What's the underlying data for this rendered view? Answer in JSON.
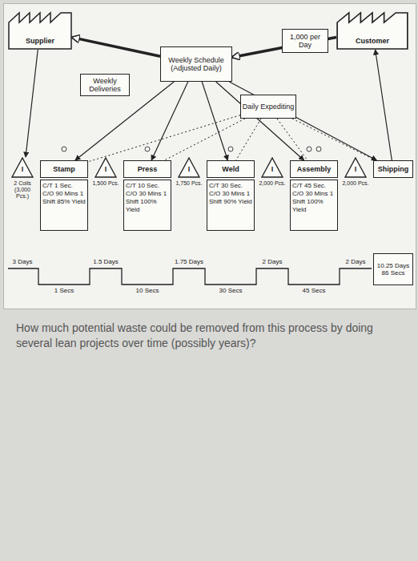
{
  "diagram": {
    "nodes": [
      {
        "text": [
          "Supplier"
        ]
      },
      {
        "text": [
          "Weekly Schedule (Adjusted Daily)"
        ]
      },
      {
        "text": [
          "Daily Expediting"
        ]
      },
      {
        "text": [
          "Customer"
        ]
      },
      {
        "text": [
          "1,000 per Day"
        ]
      },
      {
        "text": [
          "Weekly Deliveries"
        ]
      },
      {
        "text": [
          "Stamp"
        ]
      },
      {
        "text": [
          "Press"
        ]
      },
      {
        "text": [
          "Weld"
        ]
      },
      {
        "text": [
          "Assembly"
        ]
      },
      {
        "text": [
          "Shipping"
        ]
      },
      {
        "text": [
          "C/T 1 Sec. C/O 90 Mins 1 Shift 85% Yield"
        ]
      },
      {
        "text": [
          "C/T 10 Sec. C/O 30 Mins 1 Shift 100% Yield"
        ]
      },
      {
        "text": [
          "C/T 30 Sec. C/O 30 Mins 1 Shift 90% Yield"
        ]
      },
      {
        "text": [
          "C/T 45 Sec. C/O 30 Mins 1 Shift 100% Yield"
        ]
      },
      {
        "text": [
          "10.25 Days",
          "86 Secs"
        ]
      },
      {
        "text": [
          "I",
          "2 Coils (3,000 Pcs.)"
        ]
      },
      {
        "text": [
          "I",
          "1,500 Pcs."
        ]
      },
      {
        "text": [
          "I",
          "1,750 Pcs."
        ]
      },
      {
        "text": [
          "I",
          "2,000 Pcs."
        ]
      },
      {
        "text": [
          "I",
          "2,000 Pcs."
        ]
      }
    ],
    "edges": [
      {
        "from": 3,
        "to": 1,
        "arrow": "to"
      },
      {
        "from": 1,
        "to": 0,
        "arrow": "to"
      },
      {
        "from": 0,
        "to": 16,
        "arrow": "to"
      },
      {
        "from": 1,
        "to": 6,
        "arrow": "to"
      },
      {
        "from": 1,
        "to": 7,
        "arrow": "to"
      },
      {
        "from": 1,
        "to": 8,
        "arrow": "to"
      },
      {
        "from": 1,
        "to": 9,
        "arrow": "to"
      },
      {
        "from": 1,
        "to": 10,
        "arrow": "to"
      },
      {
        "from": 2,
        "to": 6,
        "arrow": "none"
      },
      {
        "from": 2,
        "to": 7,
        "arrow": "none"
      },
      {
        "from": 2,
        "to": 8,
        "arrow": "none"
      },
      {
        "from": 2,
        "to": 9,
        "arrow": "none"
      },
      {
        "from": 2,
        "to": 10,
        "arrow": "none"
      },
      {
        "from": 10,
        "to": 3,
        "arrow": "to"
      }
    ],
    "labels": [
      "3 Days",
      "1 Secs",
      "1.5 Days",
      "10 Secs",
      "1.75 Days",
      "30 Secs",
      "2 Days",
      "45 Secs",
      "2 Days",
      "How much potential waste could be removed from this process by doing several lean projects over time (possibly years)?"
    ]
  }
}
